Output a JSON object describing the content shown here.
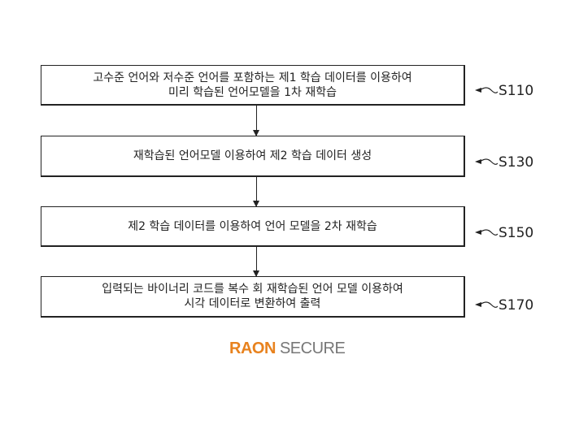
{
  "steps": [
    {
      "id": "S110",
      "lines": [
        "고수준 언어와 저수준 언어를 포함하는 제1 학습 데이터를 이용하여",
        "미리 학습된 언어모델을 1차 재학습"
      ]
    },
    {
      "id": "S130",
      "lines": [
        "재학습된 언어모델 이용하여 제2 학습 데이터 생성"
      ]
    },
    {
      "id": "S150",
      "lines": [
        "제2 학습 데이터를 이용하여 언어 모델을 2차 재학습"
      ]
    },
    {
      "id": "S170",
      "lines": [
        "입력되는 바이너리 코드를  복수 회 재학습된 언어 모델 이용하여",
        "시각 데이터로 변환하여 출력"
      ]
    }
  ],
  "logo": {
    "part1": "RAON",
    "part2": "SECURE"
  },
  "colors": {
    "line": "#222222",
    "logo_accent": "#e8821e",
    "logo_gray": "#777777"
  }
}
